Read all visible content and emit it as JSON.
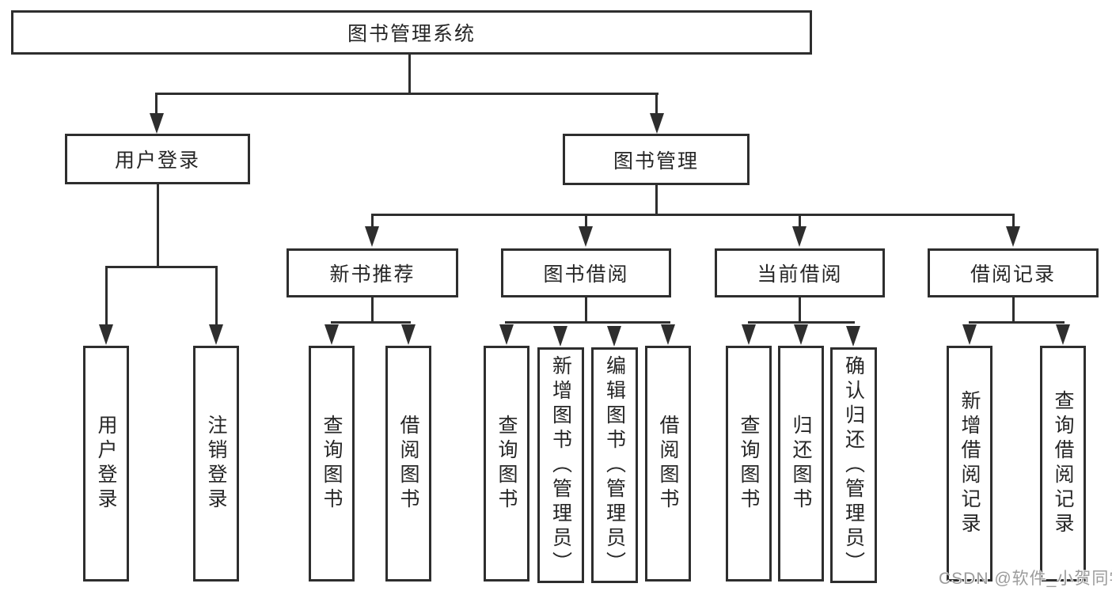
{
  "colors": {
    "line": "#2e2e2e",
    "box_fill": "#ffffff",
    "text": "#262626",
    "watermark": "#9b9b9b"
  },
  "watermark": {
    "text": "CSDN @软件_小贺同学"
  },
  "tree": {
    "label": "图书管理系统",
    "children": [
      {
        "label": "用户登录",
        "children": [
          {
            "label": "用户登录"
          },
          {
            "label": "注销登录"
          }
        ]
      },
      {
        "label": "图书管理",
        "children": [
          {
            "label": "新书推荐",
            "children": [
              {
                "label": "查询图书"
              },
              {
                "label": "借阅图书"
              }
            ]
          },
          {
            "label": "图书借阅",
            "children": [
              {
                "label": "查询图书"
              },
              {
                "label": "新增图书（管理员）"
              },
              {
                "label": "编辑图书（管理员）"
              },
              {
                "label": "借阅图书"
              }
            ]
          },
          {
            "label": "当前借阅",
            "children": [
              {
                "label": "查询图书"
              },
              {
                "label": "归还图书"
              },
              {
                "label": "确认归还（管理员）"
              }
            ]
          },
          {
            "label": "借阅记录",
            "children": [
              {
                "label": "新增借阅记录"
              },
              {
                "label": "查询借阅记录"
              }
            ]
          }
        ]
      }
    ]
  }
}
